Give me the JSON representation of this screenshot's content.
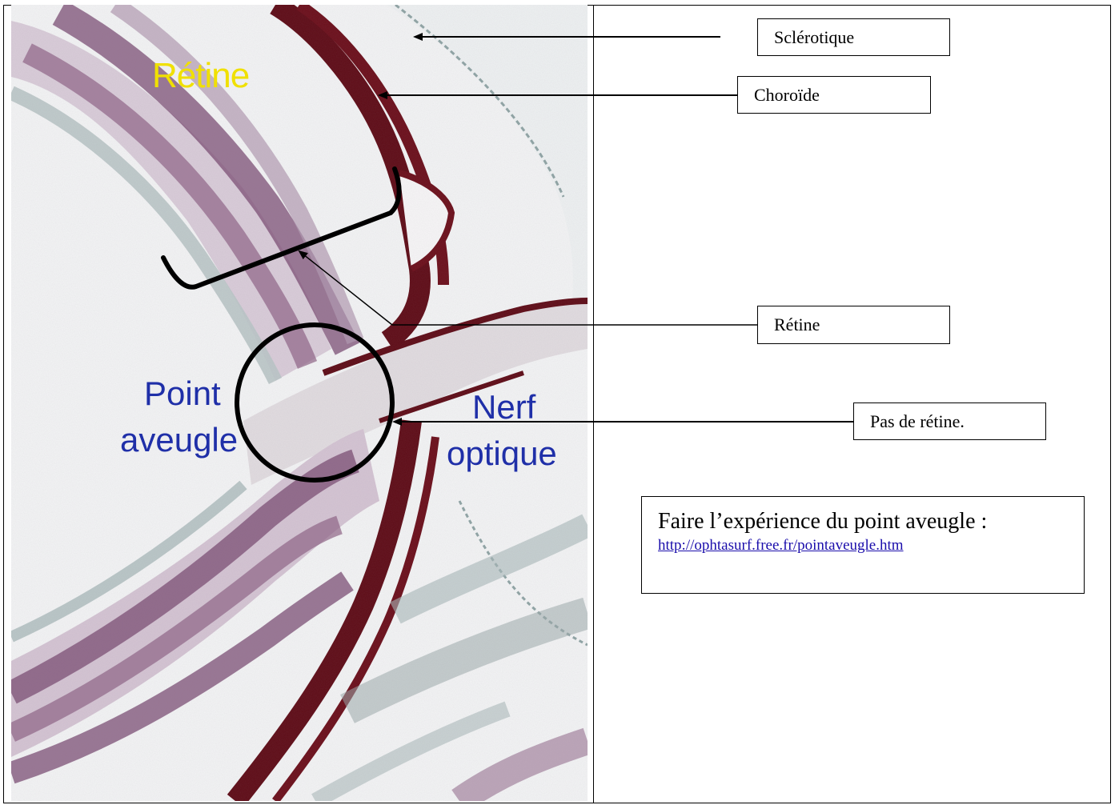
{
  "image_labels": {
    "retine": "Rétine",
    "point": "Point",
    "aveugle": "aveugle",
    "nerf": "Nerf",
    "optique": "optique"
  },
  "callouts": {
    "sclerotique": "Sclérotique",
    "choroide": "Choroïde",
    "retine": "Rétine",
    "pas_de_retine": "Pas de rétine."
  },
  "info": {
    "title": "Faire l’expérience du point aveugle :",
    "link": "http://ophtasurf.free.fr/pointaveugle.htm"
  },
  "colors": {
    "retina_label": "#f0e000",
    "blue_labels": "#1f2fa8",
    "choroid": "#6b0f1a",
    "link": "#1a0dab"
  }
}
